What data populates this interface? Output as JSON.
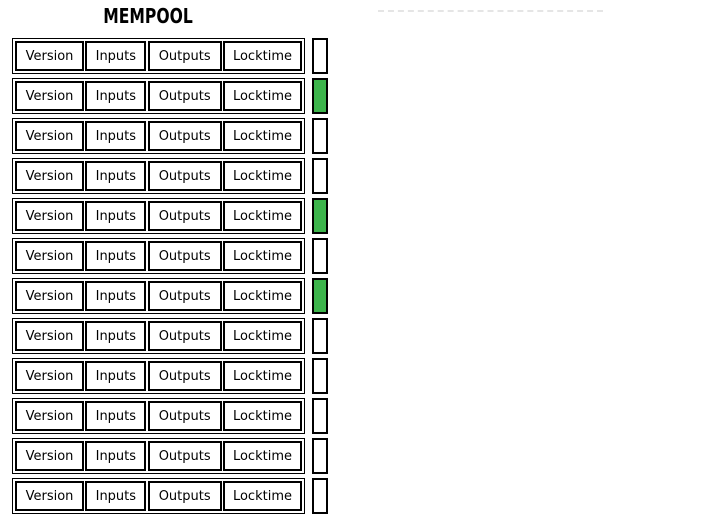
{
  "title": "MEMPOOL",
  "colors": {
    "background": "#ffffff",
    "border": "#000000",
    "text": "#000000",
    "indicator_green": "#3cb44b",
    "indicator_white": "#ffffff",
    "dashed_line": "#e5e5e5"
  },
  "field_labels": [
    "Version",
    "Inputs",
    "Outputs",
    "Locktime"
  ],
  "transactions": [
    {
      "fields": [
        "Version",
        "Inputs",
        "Outputs",
        "Locktime"
      ],
      "indicator": "white"
    },
    {
      "fields": [
        "Version",
        "Inputs",
        "Outputs",
        "Locktime"
      ],
      "indicator": "green"
    },
    {
      "fields": [
        "Version",
        "Inputs",
        "Outputs",
        "Locktime"
      ],
      "indicator": "white"
    },
    {
      "fields": [
        "Version",
        "Inputs",
        "Outputs",
        "Locktime"
      ],
      "indicator": "white"
    },
    {
      "fields": [
        "Version",
        "Inputs",
        "Outputs",
        "Locktime"
      ],
      "indicator": "green"
    },
    {
      "fields": [
        "Version",
        "Inputs",
        "Outputs",
        "Locktime"
      ],
      "indicator": "white"
    },
    {
      "fields": [
        "Version",
        "Inputs",
        "Outputs",
        "Locktime"
      ],
      "indicator": "green"
    },
    {
      "fields": [
        "Version",
        "Inputs",
        "Outputs",
        "Locktime"
      ],
      "indicator": "white"
    },
    {
      "fields": [
        "Version",
        "Inputs",
        "Outputs",
        "Locktime"
      ],
      "indicator": "white"
    },
    {
      "fields": [
        "Version",
        "Inputs",
        "Outputs",
        "Locktime"
      ],
      "indicator": "white"
    },
    {
      "fields": [
        "Version",
        "Inputs",
        "Outputs",
        "Locktime"
      ],
      "indicator": "white"
    },
    {
      "fields": [
        "Version",
        "Inputs",
        "Outputs",
        "Locktime"
      ],
      "indicator": "white"
    }
  ]
}
